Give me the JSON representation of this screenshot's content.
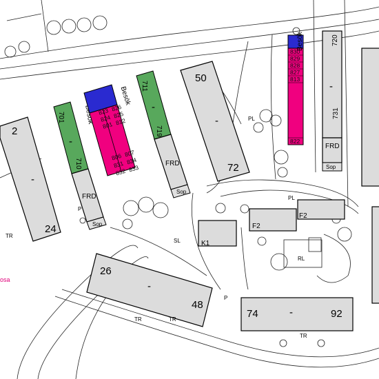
{
  "colors": {
    "building": "#dcdcdc",
    "green": "#58a85c",
    "blue": "#2a2ad0",
    "pink": "#f0007f",
    "sop": "#e0e0e0"
  },
  "buildings": {
    "b2_24": {
      "top": "2",
      "dash": "-",
      "bottom": "24"
    },
    "b50_72": {
      "top": "50",
      "dash": "-",
      "bottom": "72"
    },
    "b26_48": {
      "top": "26",
      "dash": "-",
      "bottom": "48"
    },
    "b74_92": {
      "left": "74",
      "dash": "-",
      "right": "92"
    },
    "b720_731": {
      "top": "720",
      "dash": "-",
      "bottom": "731"
    }
  },
  "garages": {
    "g701": {
      "top": "701",
      "dash": "-",
      "bottom": "710"
    },
    "g711": {
      "top": "711",
      "dash": "-",
      "bottom": "719"
    }
  },
  "labels": {
    "frd1": "FRD",
    "frd2": "FRD",
    "frd3": "FRD",
    "sop1": "Sop",
    "sop2": "Sop",
    "sop3": "Sop",
    "besok1": "Besök",
    "besok2": "Besök",
    "besok3": "Besök",
    "f2a": "F2",
    "f2b": "F2",
    "k1": "K1",
    "sl": "SL",
    "rl": "RL",
    "tr": "TR",
    "pl": "PL",
    "p": "P",
    "osa": "osa"
  },
  "parking_center": {
    "rows": [
      [
        "823",
        "826"
      ],
      [
        "824",
        "825"
      ],
      [
        "801",
        "812"
      ],
      [
        "806",
        "807"
      ],
      [
        "831",
        "834"
      ],
      [
        "832",
        "833"
      ]
    ]
  },
  "parking_right": {
    "rows": [
      "830",
      "829",
      "828",
      "827",
      "813",
      "822"
    ]
  }
}
